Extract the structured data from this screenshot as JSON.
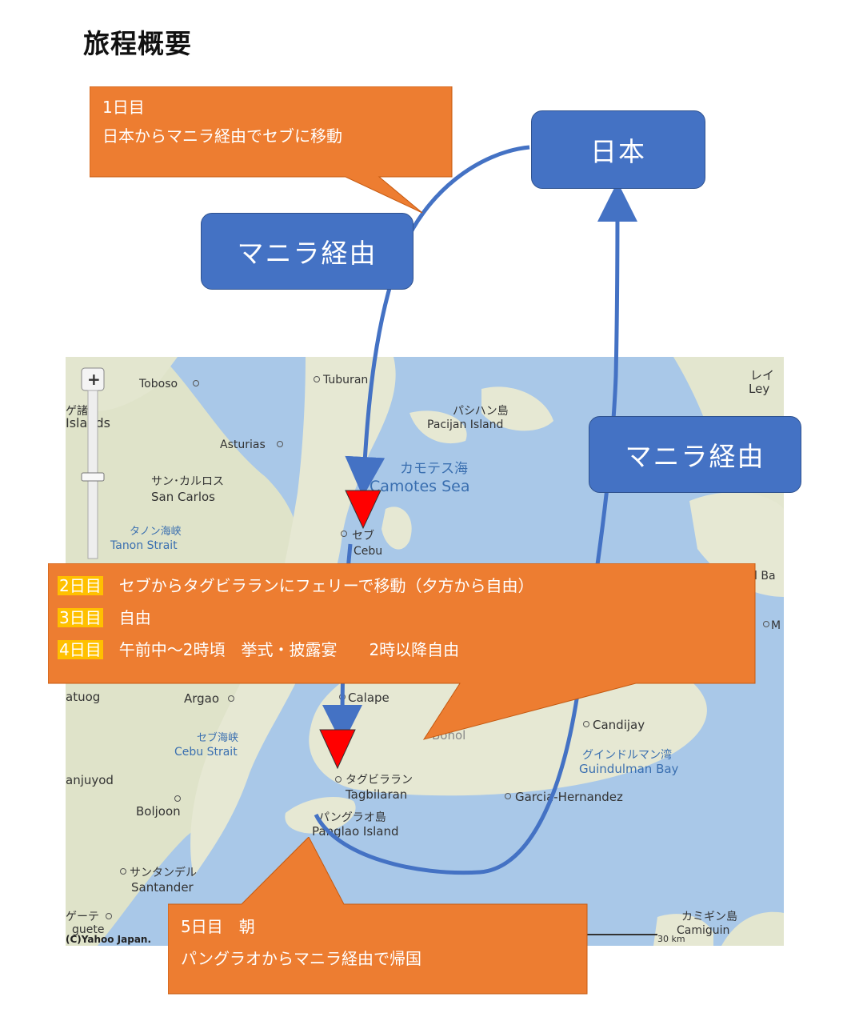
{
  "title": "旅程概要",
  "boxes": {
    "japan": "日本",
    "via_manila_left": "マニラ経由",
    "via_manila_right": "マニラ経由"
  },
  "callouts": {
    "day1": {
      "line1": "1日目",
      "line2": "日本からマニラ経由でセブに移動"
    },
    "day2": {
      "tag": "2日目",
      "text": "セブからタグビラランにフェリーで移動（夕方から自由）"
    },
    "day3": {
      "tag": "3日目",
      "text": "自由"
    },
    "day4": {
      "tag": "4日目",
      "text": "午前中〜2時頃　挙式・披露宴　　2時以降自由"
    },
    "day5": {
      "line1": "5日目　朝",
      "line2": "パングラオからマニラ経由で帰国"
    }
  },
  "map_labels": {
    "toboso": "Toboso",
    "tuburan": "Tuburan",
    "pacijan_jp": "パシハン島",
    "pacijan_en": "Pacijan Island",
    "islands_jp": "ゲ諸",
    "islands_en": "Islands",
    "asturias": "Asturias",
    "camotes_jp": "カモテス海",
    "camotes_en": "Camotes Sea",
    "sancarlos_jp": "サン･カルロス",
    "sancarlos_en": "San Carlos",
    "tanon_jp": "タノン海峡",
    "tanon_en": "Tanon Strait",
    "cebu_jp": "セブ",
    "cebu_en": "Cebu",
    "leyte": "Ley",
    "leyte_jp": "レイ",
    "right_bay": "d Ba",
    "right_m": "M",
    "atuog": "atuog",
    "argao": "Argao",
    "calape": "Calape",
    "bohol": "Bohol",
    "candijay": "Candijay",
    "cebustrait_jp": "セブ海峡",
    "cebustrait_en": "Cebu Strait",
    "guindulman_jp": "グインドルマン湾",
    "guindulman_en": "Guindulman Bay",
    "sanjuyod": "anjuyod",
    "tagbilaran_jp": "タグビララン",
    "tagbilaran_en": "Tagbilaran",
    "garcia": "Garcia-Hernandez",
    "boljoon": "Boljoon",
    "panglao_jp": "パングラオ島",
    "panglao_en": "Panglao Island",
    "santander_jp": "サンタンデル",
    "santander_en": "Santander",
    "camiguin_jp": "カミギン島",
    "camiguin_en": "Camiguin",
    "dumaguete": "ゲーテ",
    "dumaguete_en": "guete",
    "copyright": "(C)Yahoo Japan.",
    "scale": "30 km"
  },
  "colors": {
    "orange": "#ed7d31",
    "blue": "#4472c4",
    "route": "#4472c4",
    "marker": "#ff0000",
    "sea": "#a9c8e8",
    "land": "#e8ead8"
  }
}
